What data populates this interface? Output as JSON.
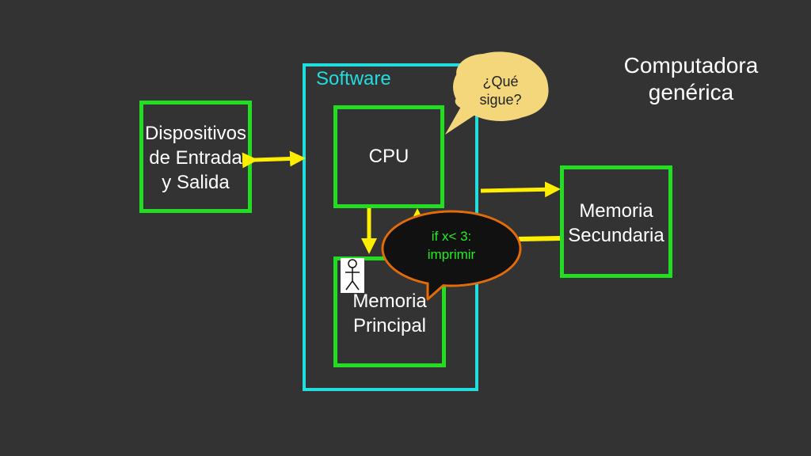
{
  "title": {
    "line1": "Computadora",
    "line2": "genérica"
  },
  "software_label": "Software",
  "devices": {
    "line1": "Dispositivos",
    "line2": "de Entrada",
    "line3": "y Salida"
  },
  "cpu_label": "CPU",
  "main_memory": {
    "line1": "Memoria",
    "line2": "Principal"
  },
  "secondary_memory": {
    "line1": "Memoria",
    "line2": "Secundaria"
  },
  "bubble_question": {
    "line1": "¿Qué",
    "line2": "sigue?"
  },
  "bubble_code": {
    "line1": "if x< 3:",
    "line2": "imprimir"
  },
  "colors": {
    "background": "#333333",
    "box": "#22dd22",
    "software": "#22dddd",
    "arrow": "#ffee00",
    "bubble_fill": "#f4d77a",
    "bubble_dark": "#111111",
    "bubble_border": "#e36c09",
    "code_text": "#22ee22"
  }
}
